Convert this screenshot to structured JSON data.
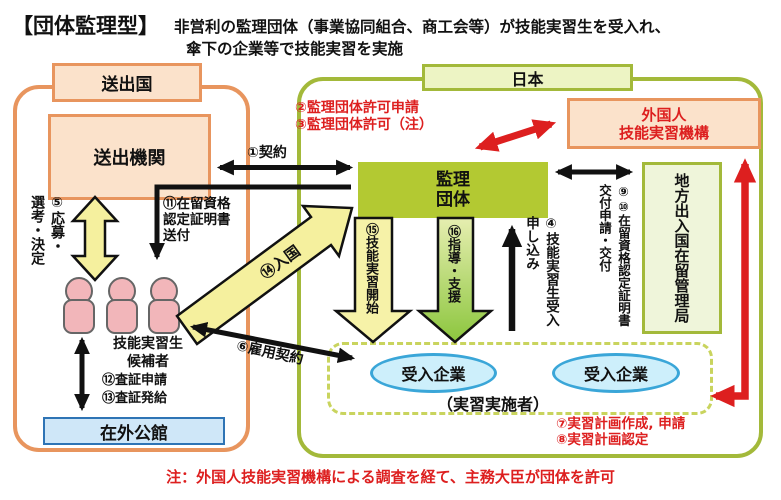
{
  "title": {
    "tag": "【団体監理型】",
    "line1": "非営利の監理団体（事業協同組合、商工会等）が技能実習生を受入れ、",
    "line2": "傘下の企業等で技能実習を実施"
  },
  "sending": {
    "country": "送出国",
    "org": "送出機関",
    "candidates": "技能実習生\n候補者",
    "visa": "⑫査証申請\n⑬査証発給",
    "mission": "在外公館",
    "select": "⑤応募・\n選考・決定",
    "coe_send": "⑪在留資格\n認定証明書\n送付"
  },
  "japan": {
    "label": "日本",
    "supervising_org": "監理\n団体",
    "otit": "外国人\n技能実習機構",
    "immigration": "地方出入国在留管理局",
    "company1": "受入企業",
    "company2": "受入企業",
    "operator": "（実習実施者）"
  },
  "flows": {
    "f1": "①契約",
    "f2_3": "②監理団体許可申請\n③監理団体許可（注）",
    "f4": "④技能実習生受入\n申し込み",
    "f6": "⑥雇用契約",
    "f7_8": "⑦実習計画作成, 申請\n⑧実習計画認定",
    "f9_10": "⑨⑩在留資格認定証明書\n交付申請・交付",
    "f14": "⑭入国",
    "f15": "⑮技能実習開始",
    "f16": "⑯指導・支援"
  },
  "note": "注：外国人技能実習機構による調査を経て、主務大臣が団体を許可",
  "colors": {
    "orange": "#e8955e",
    "peach": "#fbe2cb",
    "olive": "#a3b93a",
    "japan_fill": "#edf4c4",
    "immigration_fill": "#eff5da",
    "supervising_fill": "#b3c932",
    "arrow_yellow": "#f5f09e",
    "red": "#dd1f1f",
    "mission_border": "#2e74b5",
    "mission_fill": "#cfe7f8",
    "company_fill": "#cdeffb",
    "company_border": "#3aa6d8",
    "person_pink": "#f2b6ba"
  }
}
